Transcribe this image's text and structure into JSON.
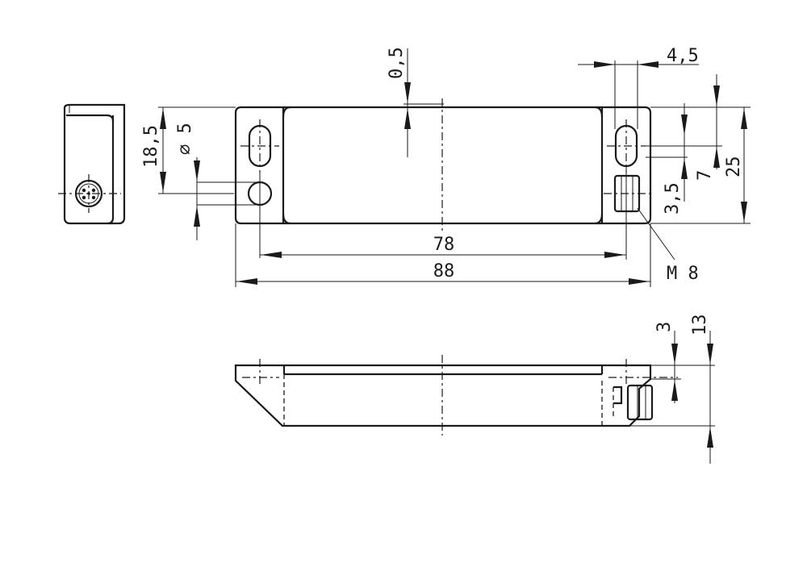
{
  "dimensions": {
    "d_0_5": "0,5",
    "d_4_5": "4,5",
    "d_18_5": "18,5",
    "d_dia5": "⌀ 5",
    "d_7": "7",
    "d_25": "25",
    "d_3_5": "3,5",
    "d_78": "78",
    "d_88": "88",
    "d_m8": "M 8",
    "d_3": "3",
    "d_13": "13"
  },
  "colors": {
    "line": "#1a1a1a",
    "background": "#ffffff"
  }
}
